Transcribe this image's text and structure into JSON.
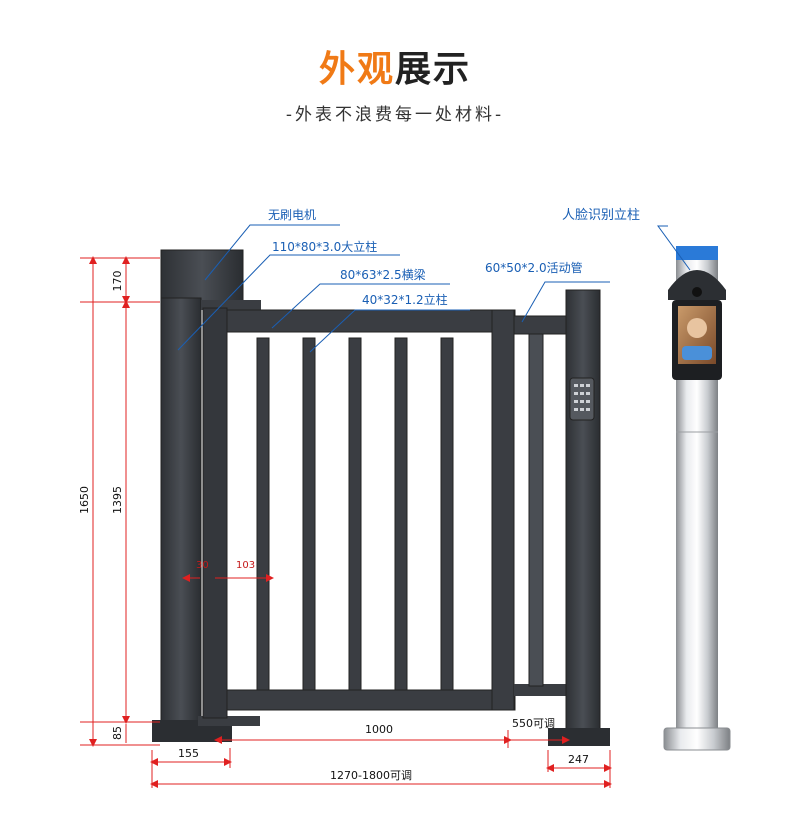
{
  "header": {
    "title_accent": "外观",
    "title_main": "展示",
    "subtitle": "-外表不浪费每一处材料-"
  },
  "callouts": {
    "motor": "无刷电机",
    "big_post": "110*80*3.0大立柱",
    "beam": "80*63*2.5横梁",
    "small_post": "40*32*1.2立柱",
    "moving_tube": "60*50*2.0活动管",
    "face_post": "人脸识别立柱"
  },
  "dimensions": {
    "total_height": "1650",
    "top_height": "170",
    "mid_height": "1395",
    "base_height": "85",
    "bar_width": "30",
    "bar_gap": "103",
    "gate_width": "1000",
    "adjust_550": "550可调",
    "base_155": "155",
    "base_247": "247",
    "total_width": "1270-1800可调"
  },
  "colors": {
    "accent": "#f07a16",
    "label_blue": "#1a5fb4",
    "dim_red": "#e02020",
    "frame": "#3a3d42"
  }
}
